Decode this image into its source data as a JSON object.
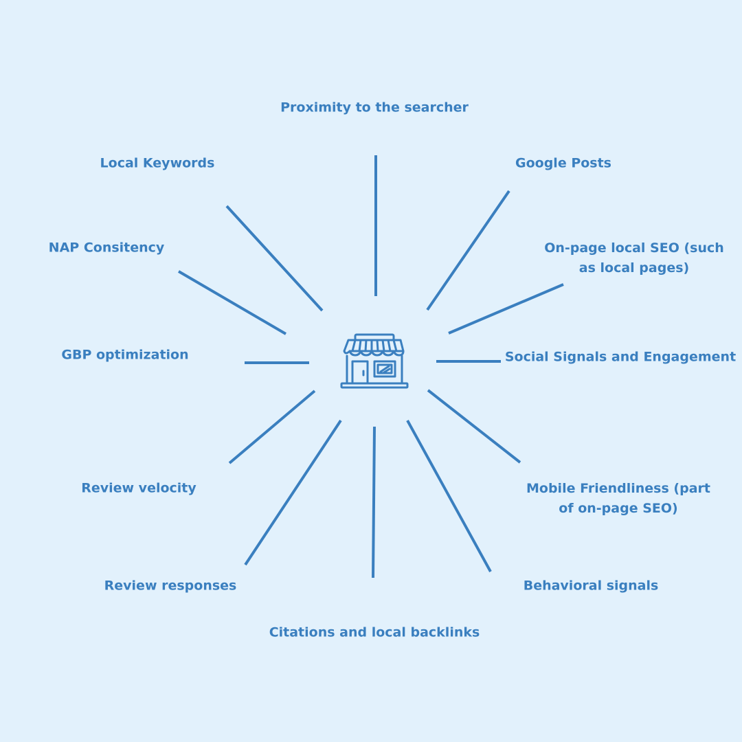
{
  "factors": [
    {
      "id": "proximity",
      "label": "Proximity to the searcher"
    },
    {
      "id": "google-posts",
      "label": "Google Posts"
    },
    {
      "id": "on-page-local-seo",
      "label": "On-page local SEO (such as local pages)"
    },
    {
      "id": "social-signals",
      "label": "Social Signals and Engagement"
    },
    {
      "id": "mobile-friendliness",
      "label": "Mobile Friendliness (part of on-page SEO)"
    },
    {
      "id": "behavioral-signals",
      "label": "Behavioral signals"
    },
    {
      "id": "citations-backlinks",
      "label": "Citations and local backlinks"
    },
    {
      "id": "review-responses",
      "label": "Review responses"
    },
    {
      "id": "review-velocity",
      "label": "Review velocity"
    },
    {
      "id": "gbp-optimization",
      "label": "GBP optimization"
    },
    {
      "id": "nap-consistency",
      "label": "NAP Consitency"
    },
    {
      "id": "local-keywords",
      "label": "Local Keywords"
    }
  ],
  "center_icon": "storefront-icon",
  "colors": {
    "background": "#e2f1fc",
    "accent": "#3a7fbf"
  }
}
